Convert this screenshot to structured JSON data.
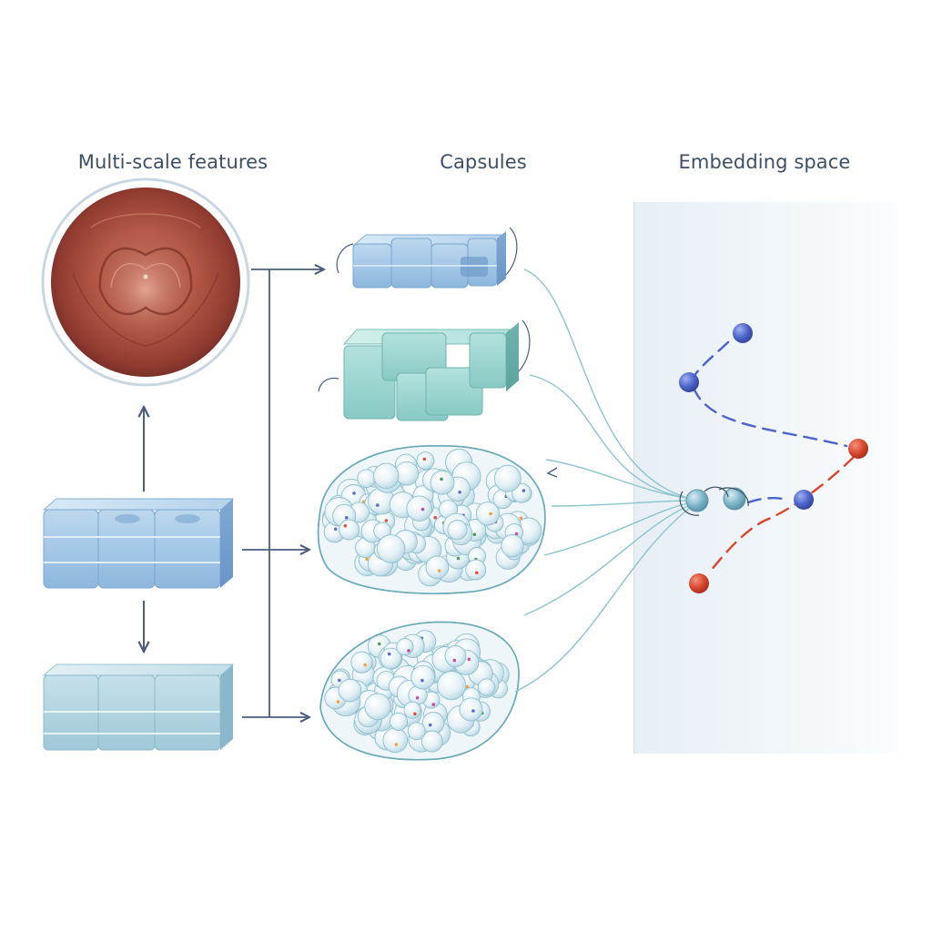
{
  "headings": {
    "multiscale": "Multi-scale features",
    "capsules": "Capsules",
    "embedding": "Embedding space"
  },
  "colors": {
    "heading_text": "#3d4f66",
    "arrow": "#4a5d7a",
    "connector": "#8cc4cc",
    "block_blue": "#9ec4e4",
    "block_teal": "#9fd6d2",
    "capsule_outline": "#7fb8c4",
    "point_blue": "#4c63c9",
    "point_red": "#d9472e",
    "point_teal": "#7fb6c8",
    "tissue": "#b65a48"
  },
  "icons": {
    "feature_image": "endoscopic-tissue-image",
    "feature_blocks": "stacked-blocks-icon",
    "capsules": "capsule-cluster-icon",
    "embedding_points": "embedding-point-icon"
  }
}
